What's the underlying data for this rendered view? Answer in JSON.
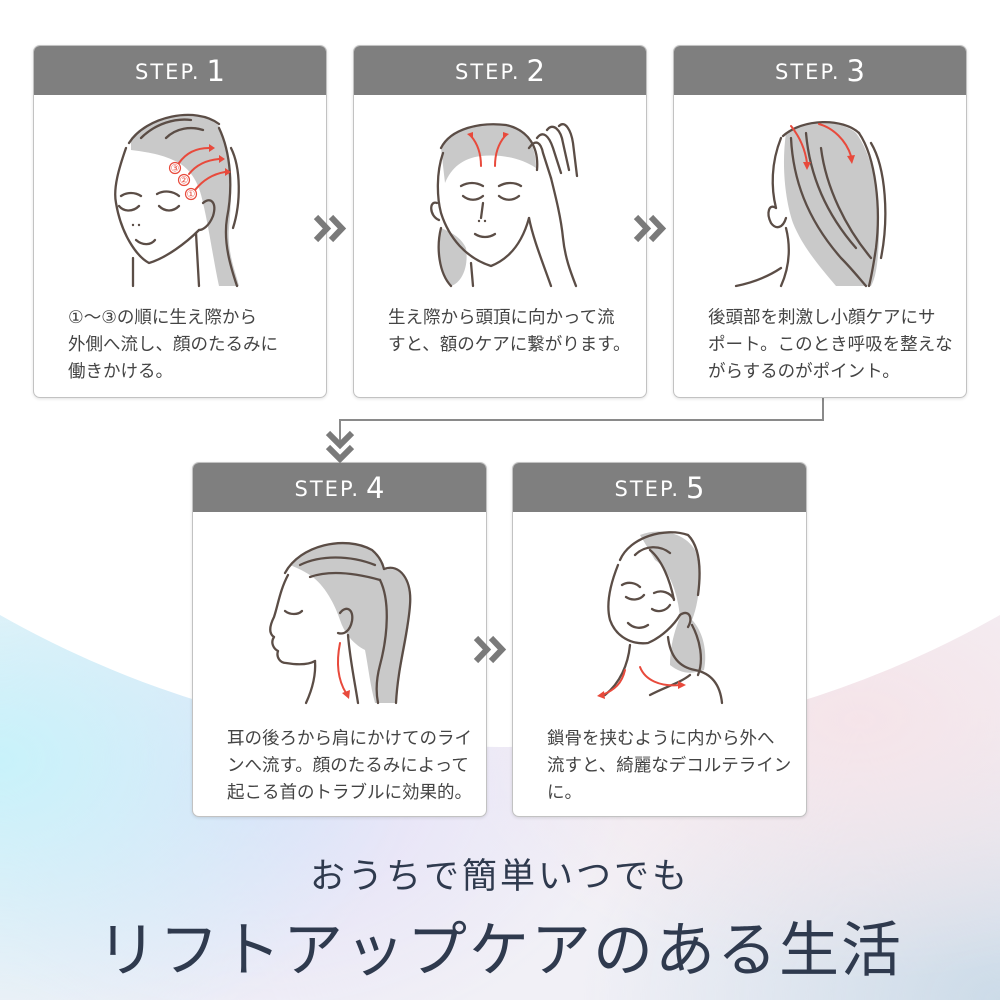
{
  "steps": [
    {
      "label": "STEP.",
      "number": "1",
      "markers": [
        "③",
        "②",
        "①"
      ],
      "lines": [
        "①〜③の順に生え際から",
        "外側へ流し、顔のたるみに",
        "働きかける。"
      ]
    },
    {
      "label": "STEP.",
      "number": "2",
      "lines": [
        "生え際から頭頂に向かって流",
        "すと、額のケアに繋がります。"
      ]
    },
    {
      "label": "STEP.",
      "number": "3",
      "lines": [
        "後頭部を刺激し小顔ケアにサ",
        "ポート。このとき呼吸を整えな",
        "がらするのがポイント。"
      ]
    },
    {
      "label": "STEP.",
      "number": "4",
      "lines": [
        "耳の後ろから肩にかけてのライ",
        "ンへ流す。顔のたるみによって",
        "起こる首のトラブルに効果的。"
      ]
    },
    {
      "label": "STEP.",
      "number": "5",
      "lines": [
        "鎖骨を挟むように内から外へ",
        "流すと、綺麗なデコルテライン",
        "に。"
      ]
    }
  ],
  "tagline": {
    "sub": "おうちで簡単いつでも",
    "main": "リフトアップケアのある生活"
  },
  "colors": {
    "header_bg": "#7f7f7f",
    "arrow_red": "#e84a3c",
    "line_brown": "#5b4d46",
    "hair_gray": "#c9c9c9",
    "title_navy": "#2f3a4e",
    "body_text": "#444444"
  }
}
